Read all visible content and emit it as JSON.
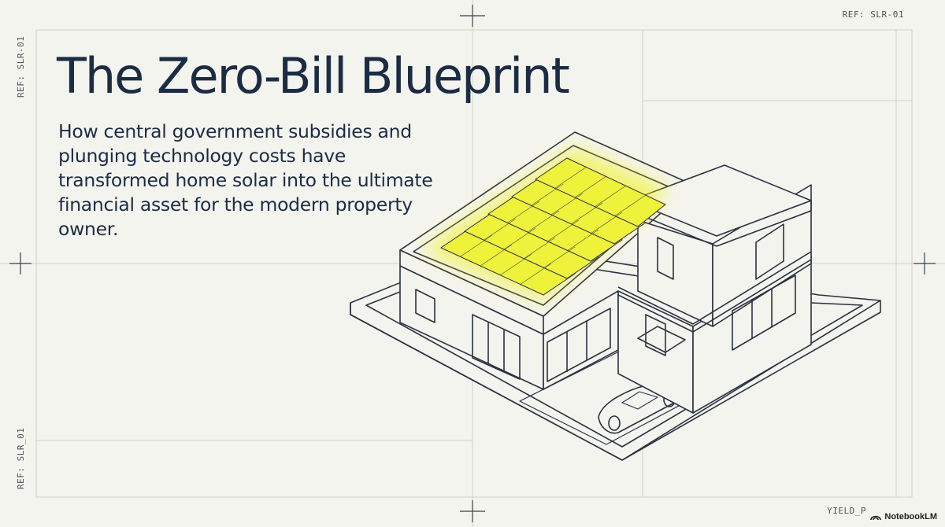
{
  "slide": {
    "title": "The Zero-Bill Blueprint",
    "subtitle": "How central government subsidies and plunging technology costs have transformed home solar into the ultimate financial asset for the modern property owner.",
    "ref_top_right": "REF: SLR-01",
    "ref_left_top": "REF: SLR-01",
    "ref_left_bottom": "REF: SLR_01",
    "ref_bottom_right": "YIELD_P"
  },
  "watermark": {
    "label": "NotebookLM",
    "icon": "notebooklm-logo-icon"
  },
  "illustration": {
    "subject": "isometric-house-with-solar-panels-icon",
    "highlight_color": "#f2f200",
    "line_color": "#2a3140"
  },
  "colors": {
    "background": "#f4f4ee",
    "text": "#1c2c44",
    "grid": "#d0d0c8"
  }
}
